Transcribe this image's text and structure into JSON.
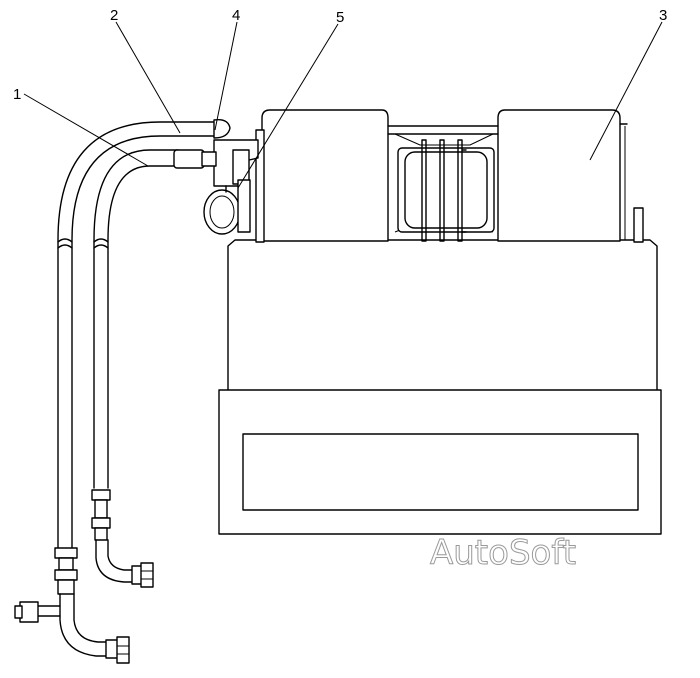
{
  "callouts": {
    "c1": "1",
    "c2": "2",
    "c3": "3",
    "c4": "4",
    "c5": "5"
  },
  "watermark": "AutoSoft",
  "colors": {
    "line": "#000000",
    "background": "#ffffff",
    "watermark_outline": "#9a9a9a"
  }
}
